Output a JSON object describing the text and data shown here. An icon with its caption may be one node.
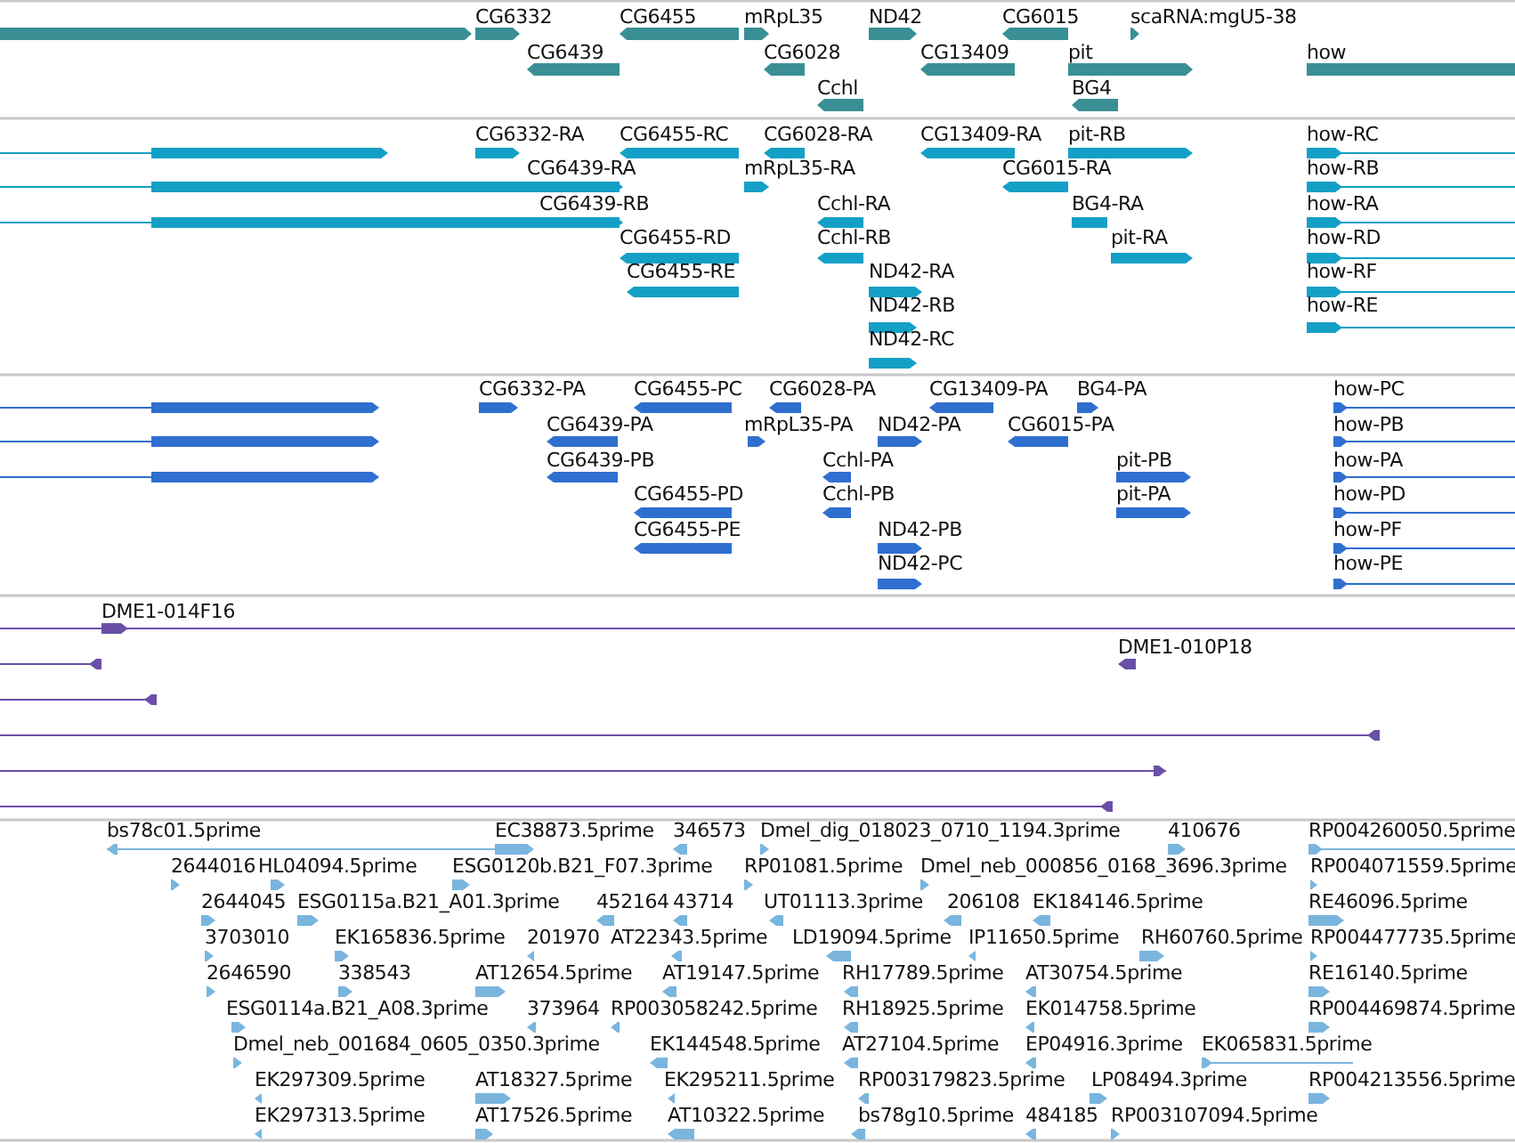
{
  "diagram": {
    "labels": [
      "CG6332",
      "CG6455",
      "mRpL35",
      "ND42",
      "CG6015",
      "scaRNA:mgU5-38",
      "CG6439",
      "CG6028",
      "CG13409",
      "pit",
      "how",
      "Cchl",
      "BG4",
      "CG6332-RA",
      "CG6455-RC",
      "CG6028-RA",
      "CG13409-RA",
      "pit-RB",
      "how-RC",
      "CG6439-RA",
      "mRpL35-RA",
      "CG6015-RA",
      "how-RB",
      "CG6439-RB",
      "Cchl-RA",
      "BG4-RA",
      "how-RA",
      "CG6455-RD",
      "Cchl-RB",
      "pit-RA",
      "how-RD",
      "CG6455-RE",
      "ND42-RA",
      "how-RF",
      "ND42-RB",
      "how-RE",
      "ND42-RC",
      "CG6332-PA",
      "CG6455-PC",
      "CG6028-PA",
      "CG13409-PA",
      "BG4-PA",
      "how-PC",
      "CG6439-PA",
      "mRpL35-PA",
      "ND42-PA",
      "CG6015-PA",
      "how-PB",
      "CG6439-PB",
      "Cchl-PA",
      "pit-PB",
      "how-PA",
      "CG6455-PD",
      "Cchl-PB",
      "pit-PA",
      "how-PD",
      "CG6455-PE",
      "ND42-PB",
      "how-PF",
      "ND42-PC",
      "how-PE",
      "DME1-014F16",
      "DME1-010P18",
      "bs78c01.5prime",
      "EC38873.5prime",
      "346573",
      "Dmel_dig_018023_0710_1194.3prime",
      "410676",
      "RP004260050.5prime",
      "2644016",
      "HL04094.5prime",
      "ESG0120b.B21_F07.3prime",
      "RP01081.5prime",
      "Dmel_neb_000856_0168_3696.3prime",
      "RP004071559.5prime",
      "2644045",
      "ESG0115a.B21_A01.3prime",
      "452164",
      "43714",
      "UT01113.3prime",
      "206108",
      "EK184146.5prime",
      "RE46096.5prime",
      "3703010",
      "EK165836.5prime",
      "201970",
      "AT22343.5prime",
      "LD19094.5prime",
      "IP11650.5prime",
      "RH60760.5prime",
      "RP004477735.5prime",
      "2646590",
      "338543",
      "AT12654.5prime",
      "AT19147.5prime",
      "RH17789.5prime",
      "AT30754.5prime",
      "RE16140.5prime",
      "ESG0114a.B21_A08.3prime",
      "373964",
      "RP003058242.5prime",
      "RH18925.5prime",
      "EK014758.5prime",
      "RP004469874.5prime",
      "Dmel_neb_001684_0605_0350.3prime",
      "EK144548.5prime",
      "AT27104.5prime",
      "EP04916.3prime",
      "EK065831.5prime",
      "EK297309.5prime",
      "AT18327.5prime",
      "EK295211.5prime",
      "RP003179823.5prime",
      "LP08494.3prime",
      "RP004213556.5prime",
      "EK297313.5prime",
      "AT17526.5prime",
      "AT10322.5prime",
      "bs78g10.5prime",
      "484185",
      "RP003107094.5prime"
    ]
  }
}
